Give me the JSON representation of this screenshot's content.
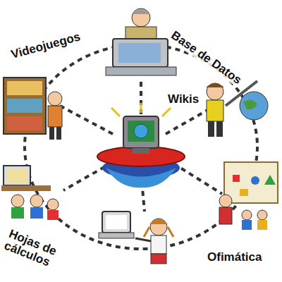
{
  "diagram": {
    "labels": [
      "Videojuegos",
      "Base de Datos",
      "Wikis",
      "Hojas de cálculos",
      "Ofimática"
    ]
  }
}
